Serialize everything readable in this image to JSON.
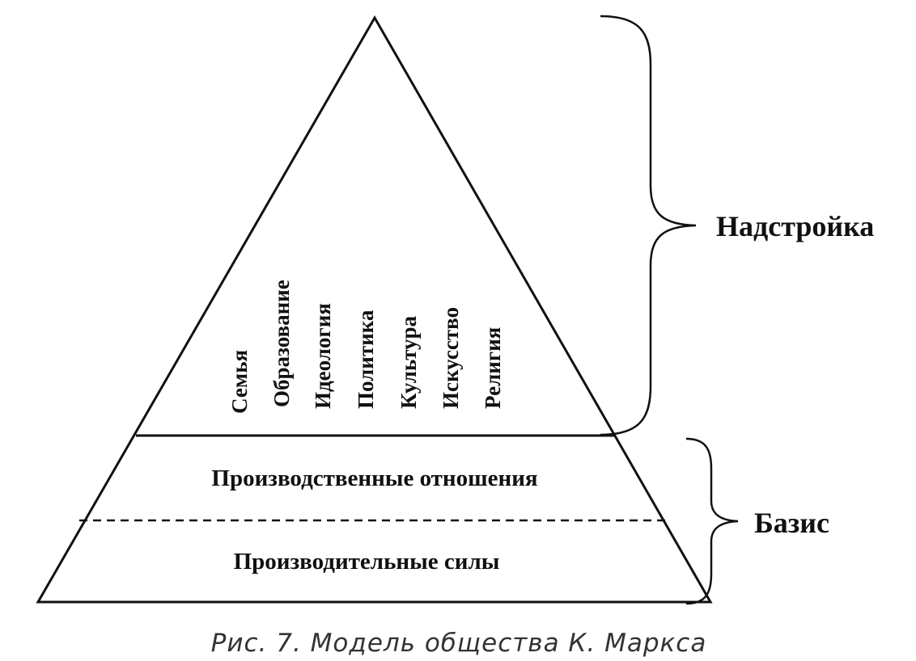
{
  "superstructure": {
    "label": "Надстройка",
    "items": [
      "Семья",
      "Образование",
      "Идеология",
      "Политика",
      "Культура",
      "Искусство",
      "Религия"
    ]
  },
  "base": {
    "label": "Базис",
    "layers": {
      "production_relations": "Производственные отношения",
      "productive_forces": "Производительные силы"
    }
  },
  "caption": "Рис. 7. Модель общества К. Маркса"
}
